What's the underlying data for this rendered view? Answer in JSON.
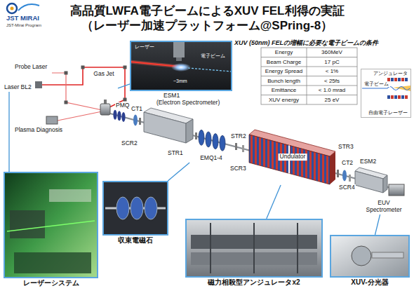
{
  "diagram": {
    "title": "高品質LWFA電子ビームによるXUV FEL利得の実証 （レーザー加速プラットフォーム@SPring-8）",
    "nodes": [
      {
        "text": [
          "レーザー",
          "~3mm",
          "電子ビーム"
        ]
      },
      {
        "text": [
          "アンジュレータ",
          "電子ビーム",
          "自由電子レーザー"
        ]
      },
      {
        "text": [
          "Gas Jet"
        ]
      },
      {
        "text": [
          "Laser BL2"
        ]
      },
      {
        "text": [
          "Undulator"
        ]
      },
      {
        "text": [
          "EMQ1-4"
        ]
      },
      {
        "text": [
          "レーザーシステム"
        ]
      },
      {
        "text": [
          "収束電磁石"
        ]
      },
      {
        "text": [
          "EUV Spectrometer"
        ]
      },
      {
        "text": [
          "磁力相殺型アンジュレータx2"
        ]
      },
      {
        "text": [
          "XUV-分光器"
        ]
      }
    ],
    "edges": [
      {
        "from": 0,
        "to": 2,
        "arrow": "none"
      },
      {
        "from": 6,
        "to": 3,
        "arrow": "none"
      },
      {
        "from": 7,
        "to": 5,
        "arrow": "none"
      },
      {
        "from": 9,
        "to": 4,
        "arrow": "none"
      },
      {
        "from": 10,
        "to": 8,
        "arrow": "none"
      }
    ],
    "labels": [
      "JST MIRAI",
      "JST-Mirai Program",
      "XUV (50nm) FELの増幅に必要な電子ビームの条件",
      "Energy",
      "360MeV",
      "Beam Charge",
      "17 pC",
      "Energy Spread",
      "< 1%",
      "Bunch length",
      "< 25fs",
      "Emittance",
      "< 1.0 mrad",
      "XUV energy",
      "25 eV",
      "Probe Laser",
      "PMQ",
      "CT1",
      "ESM1",
      "(Electron Spectrometer)",
      "SCR2",
      "STR1",
      "STR2",
      "SCR3",
      "STR3",
      "CT2",
      "ESM2",
      "SCR4",
      "Plasma Diagnosis"
    ]
  }
}
